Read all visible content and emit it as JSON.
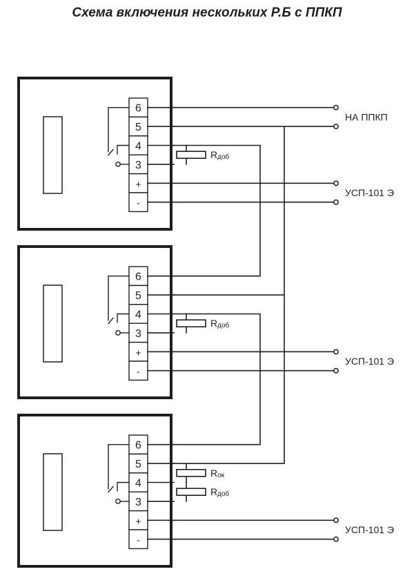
{
  "title": "Схема включения нескольких Р.Б с ППКП",
  "terminal_labels": [
    "6",
    "5",
    "4",
    "3",
    "+",
    "-"
  ],
  "blocks": [
    {
      "name": "block-1",
      "resistors": [
        {
          "label_main": "R",
          "label_sub": "доб",
          "between": [
            "4",
            "3"
          ]
        }
      ]
    },
    {
      "name": "block-2",
      "resistors": [
        {
          "label_main": "R",
          "label_sub": "доб",
          "between": [
            "4",
            "3"
          ]
        }
      ]
    },
    {
      "name": "block-3",
      "resistors": [
        {
          "label_main": "R",
          "label_sub": "ок",
          "between": [
            "5",
            "4"
          ]
        },
        {
          "label_main": "R",
          "label_sub": "доб",
          "between": [
            "4",
            "3"
          ]
        }
      ]
    }
  ],
  "outputs": [
    {
      "label": "НА ППКП",
      "block": 1,
      "terminals": [
        "6",
        "5"
      ]
    },
    {
      "label": "УСП-101 Э",
      "block": 1,
      "terminals": [
        "+",
        "-"
      ]
    },
    {
      "label": "УСП-101 Э",
      "block": 2,
      "terminals": [
        "+",
        "-"
      ]
    },
    {
      "label": "УСП-101 Э",
      "block": 3,
      "terminals": [
        "+",
        "-"
      ]
    }
  ],
  "colors": {
    "ink": "#1e1e1e",
    "background": "#ffffff"
  }
}
